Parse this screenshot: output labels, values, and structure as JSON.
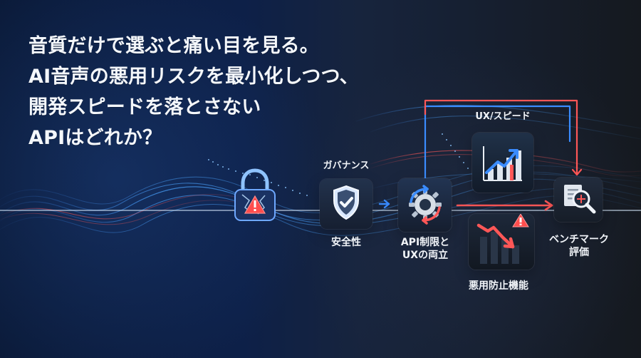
{
  "headline": {
    "lines": [
      "音質だけで選ぶと痛い目を見る。",
      "AI音声の悪用リスクを最小化しつつ、",
      "開発スピードを落とさない",
      "APIはどれか？"
    ]
  },
  "diagram": {
    "nodes": {
      "governance_label": "ガバナンス",
      "safety_label": "安全性",
      "api_ux_label_line1": "API制限と",
      "api_ux_label_line2": "UXの両立",
      "ux_speed_label": "UX/スピード",
      "misuse_prevention_label": "悪用防止機能",
      "benchmark_label_line1": "ベンチマーク",
      "benchmark_label_line2": "評価"
    }
  },
  "icons": {
    "lock": "broken-lock-icon",
    "warning": "warning-triangle-icon",
    "shield": "shield-check-icon",
    "gear": "gear-cycle-icon",
    "trend_up": "upward-trend-chart-icon",
    "trend_down": "downward-trend-chart-icon",
    "magnifier": "magnifier-report-icon"
  },
  "colors": {
    "background_left": "#0d2048",
    "background_right": "#15191f",
    "headline_text": "#f4f7fb",
    "blue_accent": "#3a8cff",
    "red_accent": "#ff4d4d",
    "panel_dark": "#172235"
  }
}
